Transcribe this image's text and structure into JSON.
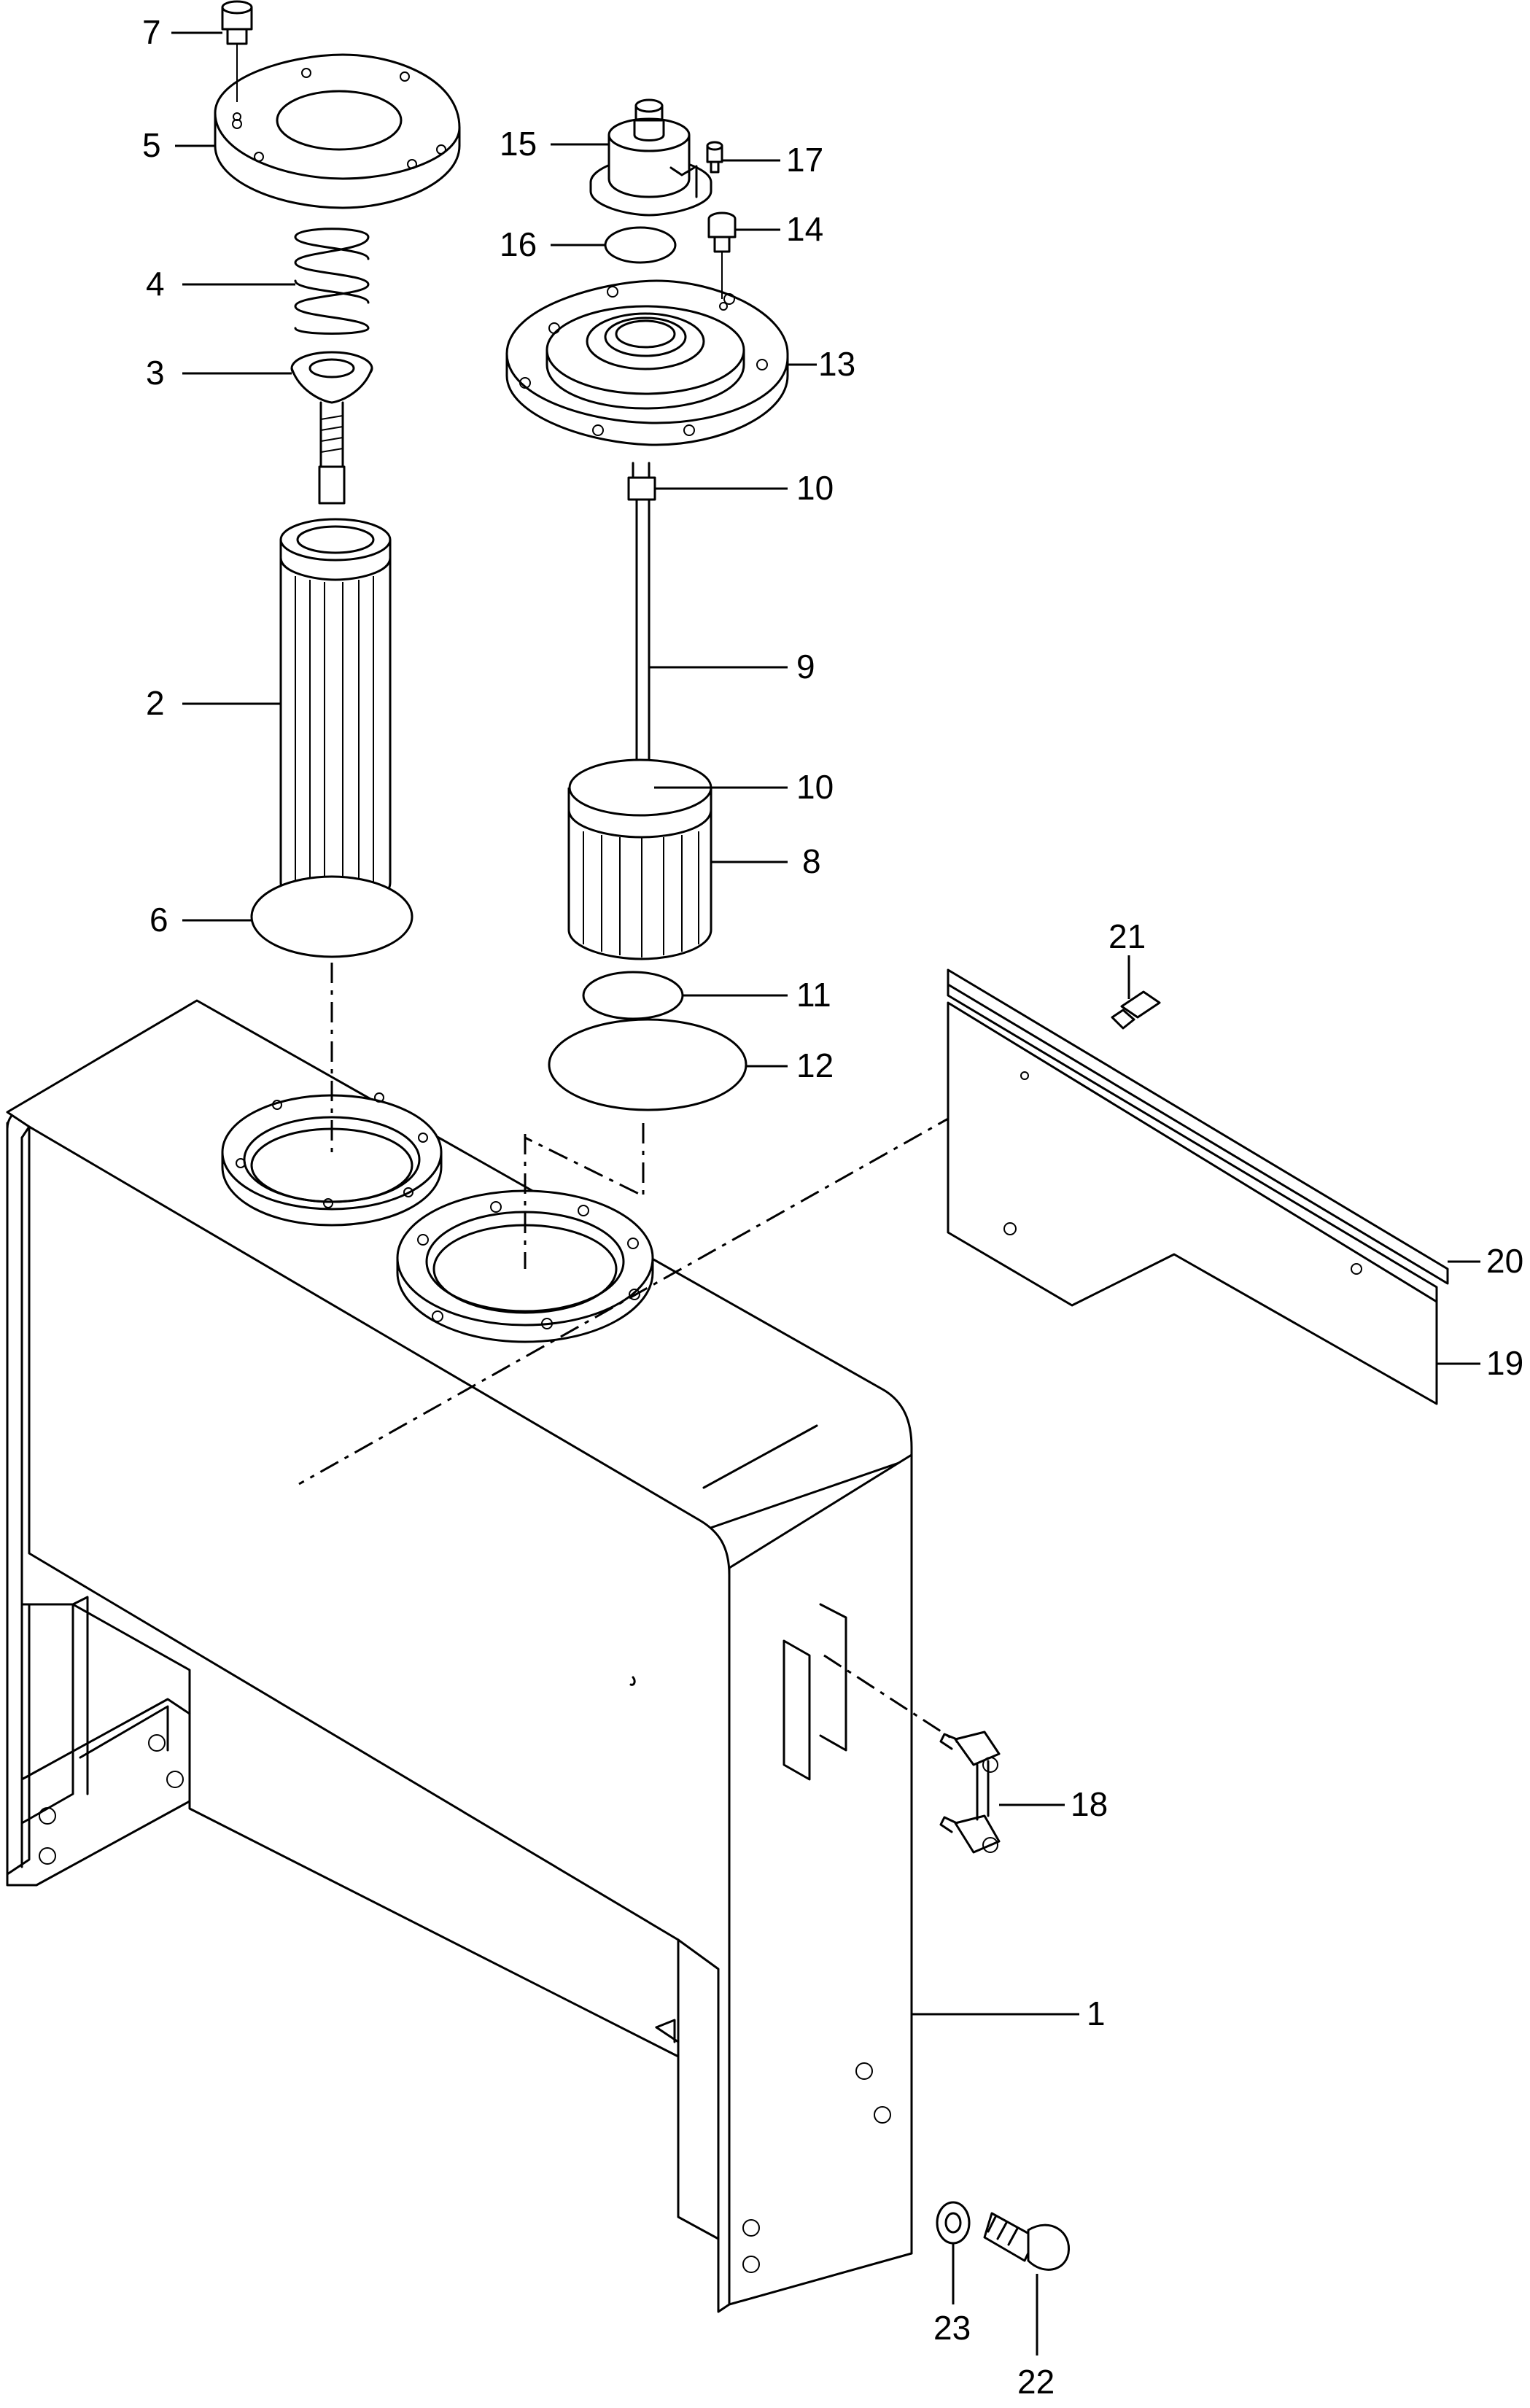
{
  "callouts": {
    "c1": "1",
    "c2": "2",
    "c3": "3",
    "c4": "4",
    "c5": "5",
    "c6": "6",
    "c7": "7",
    "c8": "8",
    "c9": "9",
    "c10a": "10",
    "c10b": "10",
    "c11": "11",
    "c12": "12",
    "c13": "13",
    "c14": "14",
    "c15": "15",
    "c16": "16",
    "c17": "17",
    "c18": "18",
    "c19": "19",
    "c20": "20",
    "c21": "21",
    "c22": "22",
    "c23": "23"
  },
  "colors": {
    "line": "#000000",
    "background": "#ffffff"
  }
}
